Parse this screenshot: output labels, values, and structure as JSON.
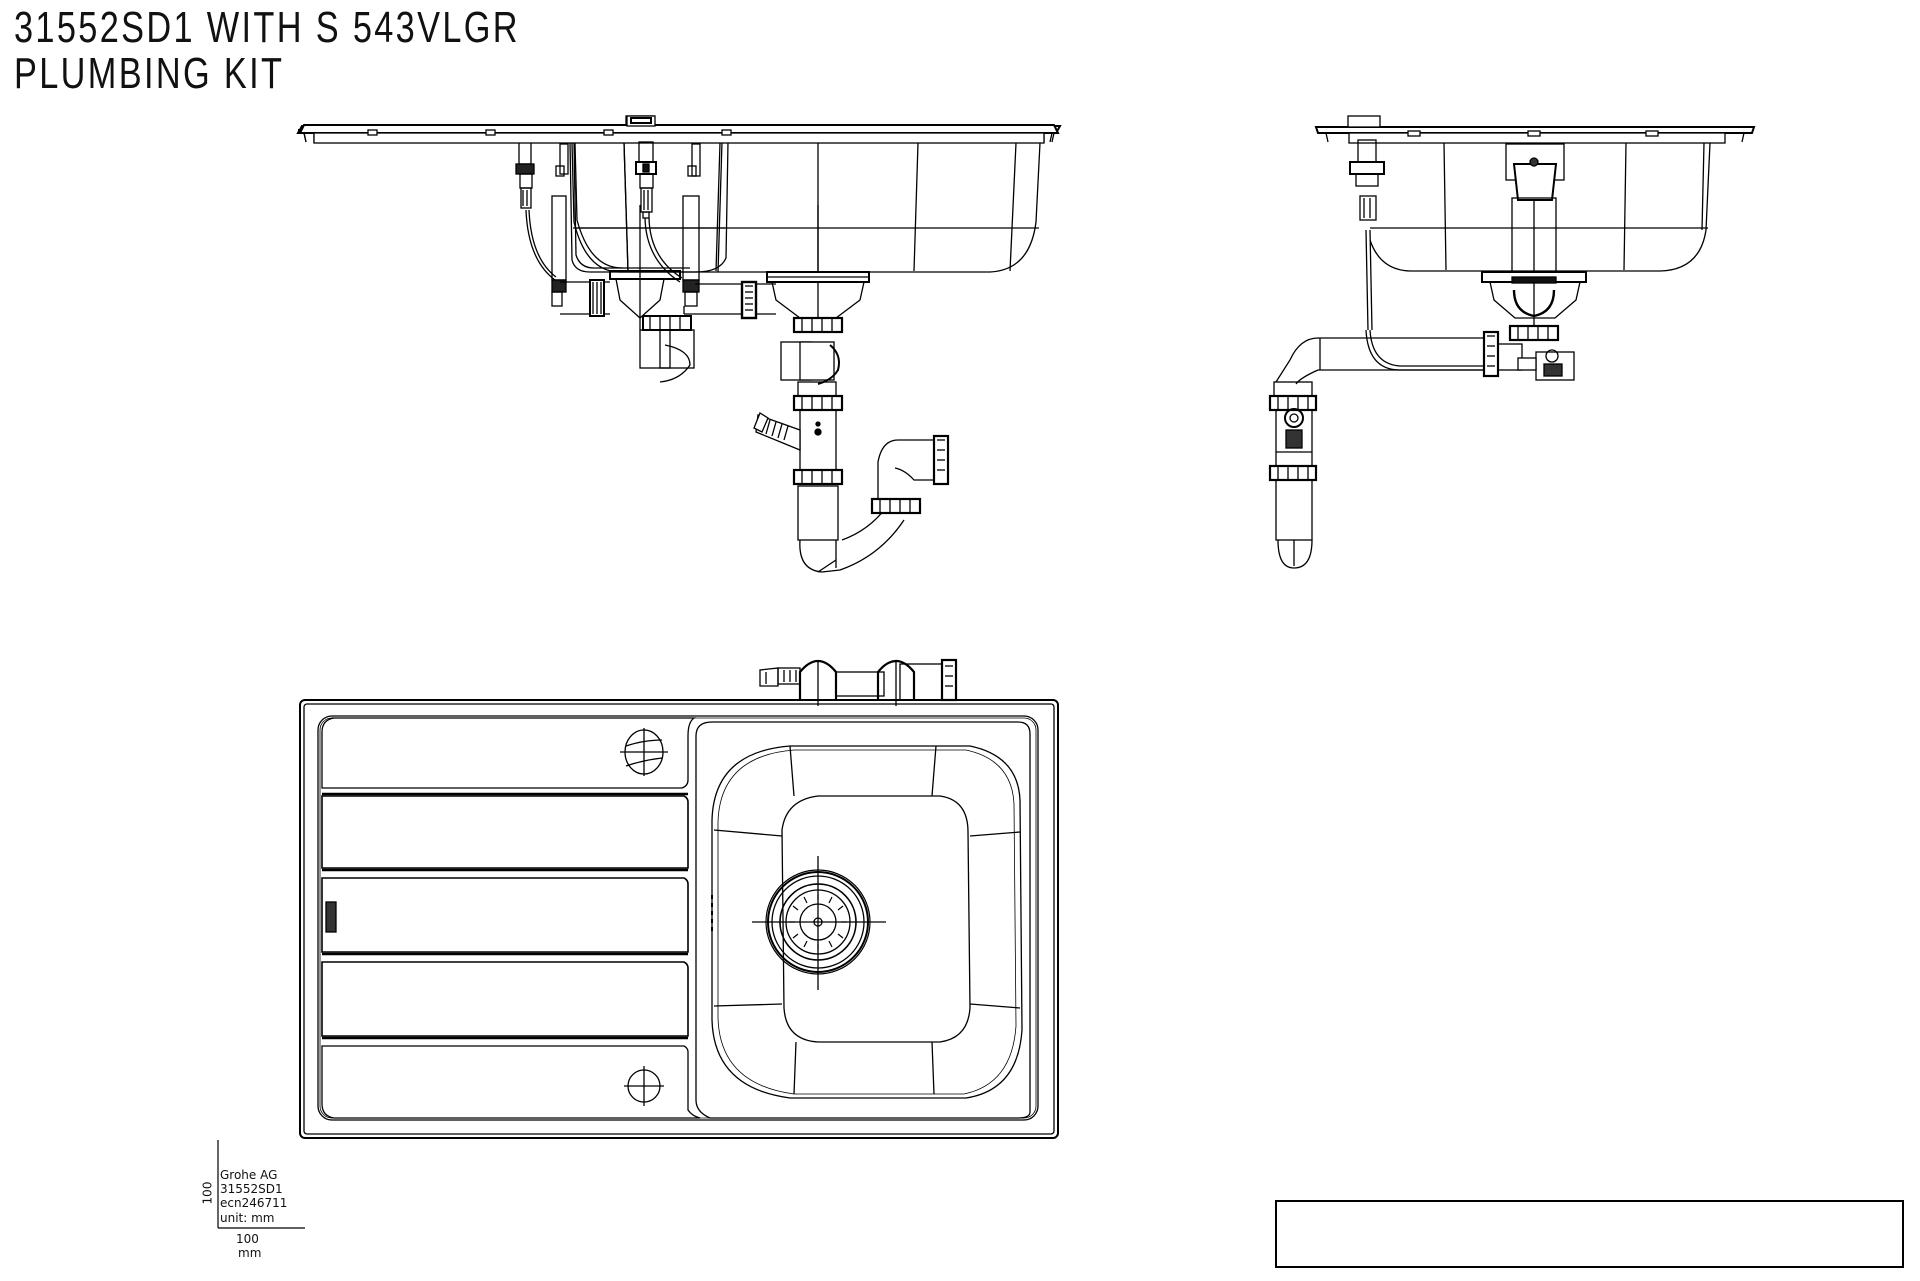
{
  "drawing": {
    "title_line1": "31552SD1 WITH S 543VLGR",
    "title_line2": "PLUMBING KIT",
    "views": [
      {
        "name": "front-elevation",
        "description": "Sink with drainer and plumbing kit, front section view"
      },
      {
        "name": "side-elevation",
        "description": "Side section view with waste pipe and trap"
      },
      {
        "name": "plan-view",
        "description": "Top view of sink with drainer board, bowl and strainer"
      }
    ]
  },
  "legend": {
    "company": "Grohe AG",
    "model": "31552SD1",
    "ecn": "ecn246711",
    "unit": "unit: mm",
    "scale_vertical": "100",
    "scale_horizontal": "100",
    "scale_unit": "mm"
  },
  "title_block": {
    "content": ""
  },
  "colors": {
    "line": "#000000",
    "background": "#ffffff"
  }
}
